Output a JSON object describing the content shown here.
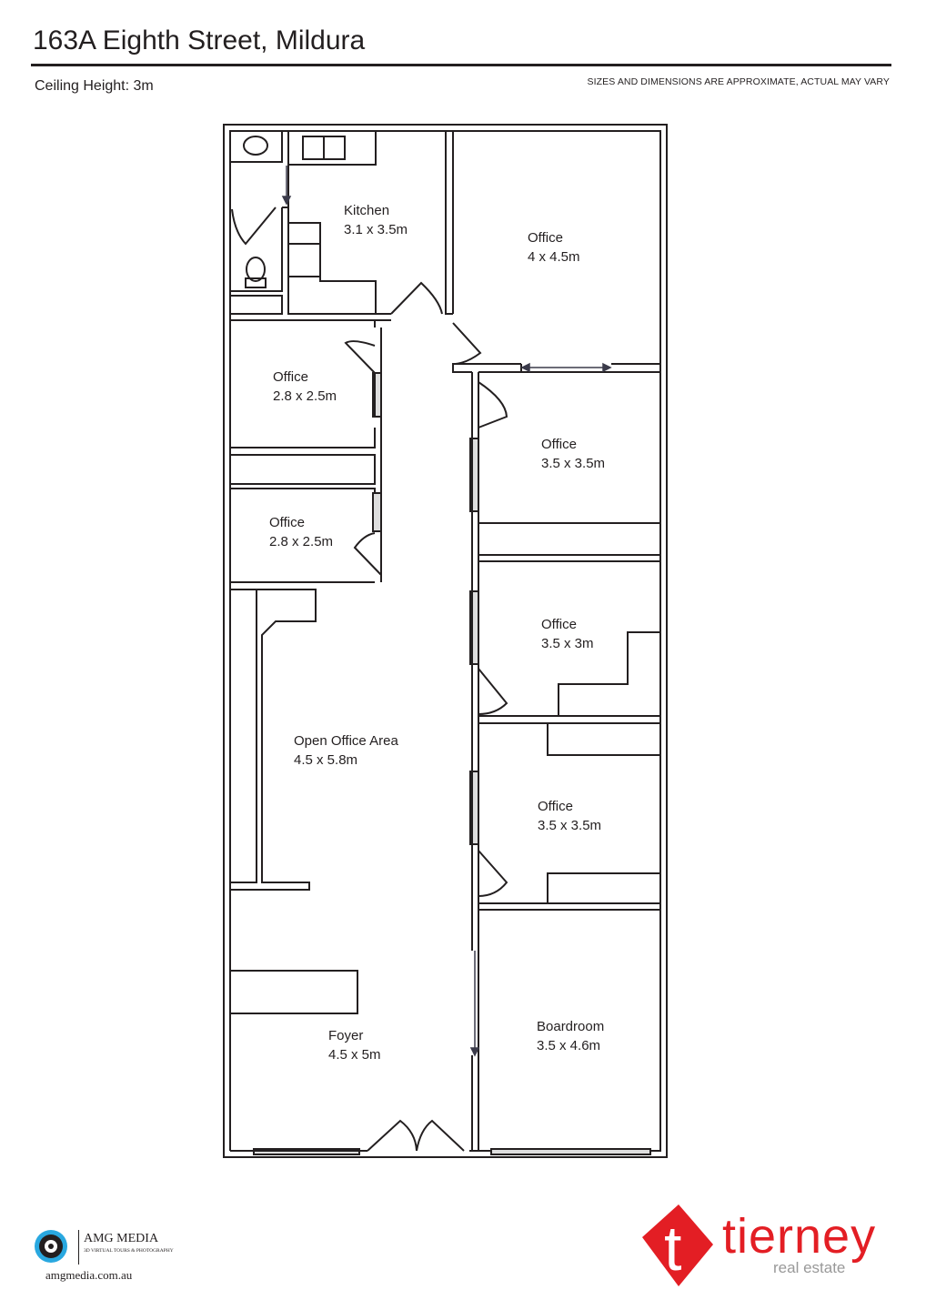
{
  "header": {
    "title": "163A Eighth Street, Mildura",
    "ceiling_height": "Ceiling Height: 3m",
    "disclaimer": "SIZES AND DIMENSIONS ARE APPROXIMATE, ACTUAL MAY VARY"
  },
  "rooms": [
    {
      "name": "Kitchen",
      "size": "3.1 x 3.5m"
    },
    {
      "name": "Office",
      "size": "4 x 4.5m"
    },
    {
      "name": "Office",
      "size": "2.8 x 2.5m"
    },
    {
      "name": "Office",
      "size": "3.5 x 3.5m"
    },
    {
      "name": "Office",
      "size": "2.8 x 2.5m"
    },
    {
      "name": "Office",
      "size": "3.5 x 3m"
    },
    {
      "name": "Open Office Area",
      "size": "4.5 x 5.8m"
    },
    {
      "name": "Office",
      "size": "3.5 x 3.5m"
    },
    {
      "name": "Foyer",
      "size": "4.5 x 5m"
    },
    {
      "name": "Boardroom",
      "size": "3.5 x 4.6m"
    }
  ],
  "footer": {
    "amg_name": "AMG MEDIA",
    "amg_tagline": "3D VIRTUAL TOURS & PHOTOGRAPHY",
    "amg_url": "amgmedia.com.au",
    "agency_name": "tierney",
    "agency_sub": "real estate",
    "agency_color": "#e31e24"
  }
}
